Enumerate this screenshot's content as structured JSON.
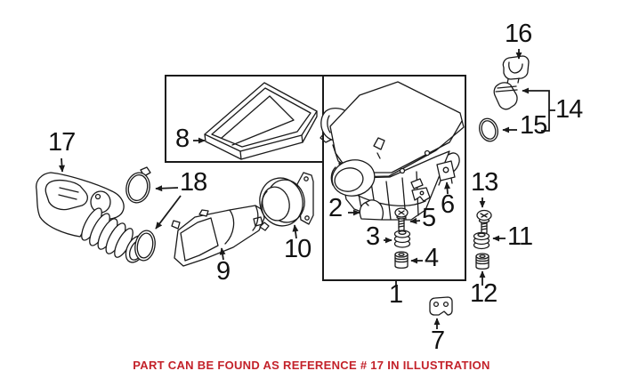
{
  "diagram": {
    "background_color": "#ffffff",
    "ink_color": "#1a1a1a",
    "labels": {
      "l1": "1",
      "l2": "2",
      "l3": "3",
      "l4": "4",
      "l5": "5",
      "l6": "6",
      "l7": "7",
      "l8": "8",
      "l9": "9",
      "l10": "10",
      "l11": "11",
      "l12": "12",
      "l13": "13",
      "l14": "14",
      "l15": "15",
      "l16": "16",
      "l17": "17",
      "l18": "18"
    },
    "caption": {
      "text": "PART CAN BE FOUND AS REFERENCE # 17 IN ILLUSTRATION",
      "color": "#c3222a"
    }
  }
}
